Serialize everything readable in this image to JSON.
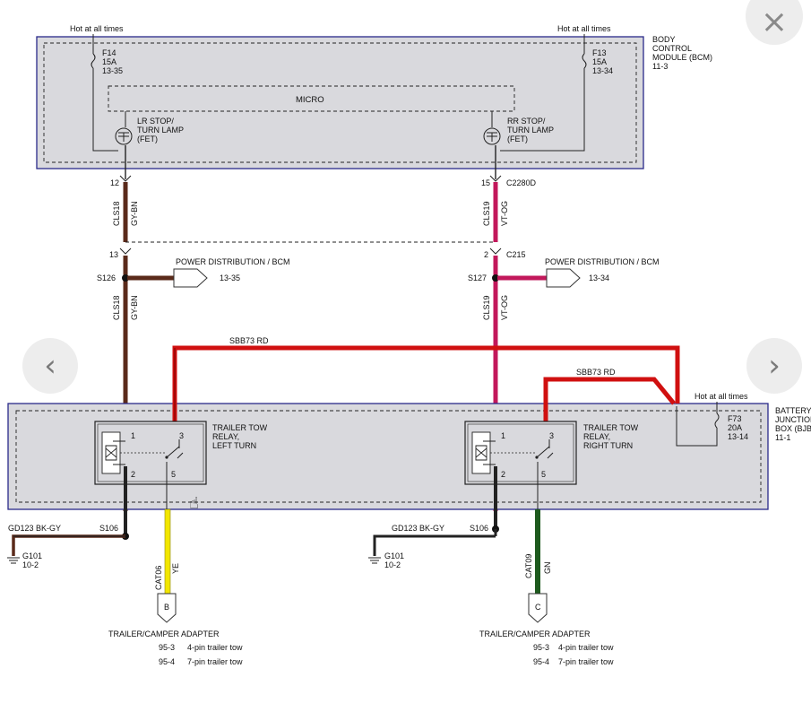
{
  "top": {
    "hot_left": "Hot at all times",
    "hot_right": "Hot at all times",
    "bcm_title": [
      "BODY",
      "CONTROL",
      "MODULE (BCM)",
      "11-3"
    ]
  },
  "fuses": {
    "f14": [
      "F14",
      "15A",
      "13-35"
    ],
    "f13": [
      "F13",
      "15A",
      "13-34"
    ],
    "f73_hot": "Hot at all times",
    "f73": [
      "F73",
      "20A",
      "13-14"
    ]
  },
  "micro": "MICRO",
  "lamps": {
    "left": [
      "LR STOP/",
      "TURN LAMP",
      "(FET)"
    ],
    "right": [
      "RR STOP/",
      "TURN LAMP",
      "(FET)"
    ]
  },
  "connectors": {
    "left_pin_top": "12",
    "right_pin_top": "15",
    "c2280d": "C2280D",
    "left_pin_mid": "13",
    "right_pin_mid": "2",
    "c215": "C215"
  },
  "wires": {
    "cls18": "CLS18",
    "gybn": "GY-BN",
    "cls19": "CLS19",
    "vtog": "VT-OG",
    "sbb73_1": "SBB73  RD",
    "sbb73_2": "SBB73  RD",
    "cat06": "CAT06",
    "ye": "YE",
    "cat09": "CAT09",
    "gn": "GN"
  },
  "splices": {
    "s126": "S126",
    "s127": "S127",
    "s106_left": "S106",
    "s106_right": "S106"
  },
  "power_dist": {
    "left_label": "POWER DISTRIBUTION / BCM",
    "left_ref": "13-35",
    "right_label": "POWER DISTRIBUTION / BCM",
    "right_ref": "13-34"
  },
  "bjb_title": [
    "BATTERY",
    "JUNCTION",
    "BOX (BJB)",
    "11-1"
  ],
  "relays": {
    "left": [
      "TRAILER TOW",
      "RELAY,",
      "LEFT TURN"
    ],
    "right": [
      "TRAILER TOW",
      "RELAY,",
      "RIGHT TURN"
    ],
    "pins": [
      "1",
      "3",
      "2",
      "5"
    ]
  },
  "grounds": {
    "left_wire": "GD123  BK-GY",
    "right_wire": "GD123  BK-GY",
    "g101_left": [
      "G101",
      "10-2"
    ],
    "g101_right": [
      "G101",
      "10-2"
    ]
  },
  "adapters": {
    "left_pin": "B",
    "right_pin": "C",
    "left_title": "TRAILER/CAMPER ADAPTER",
    "right_title": "TRAILER/CAMPER ADAPTER",
    "left_refs": [
      [
        "95-3",
        "4-pin trailer tow"
      ],
      [
        "95-4",
        "7-pin trailer tow"
      ]
    ],
    "right_refs": [
      [
        "95-3",
        "4-pin trailer tow"
      ],
      [
        "95-4",
        "7-pin trailer tow"
      ]
    ]
  },
  "nav": {
    "prev": "‹",
    "next": "›",
    "close": "×"
  },
  "colors": {
    "module_fill": "#d9d9dd",
    "module_border": "#2a2a8a",
    "wire_gybn": "#5a2a1a",
    "wire_vtog": "#c2185b",
    "wire_red": "#d01010",
    "wire_ye": "#f2e600",
    "wire_gn": "#1e5a1e"
  }
}
